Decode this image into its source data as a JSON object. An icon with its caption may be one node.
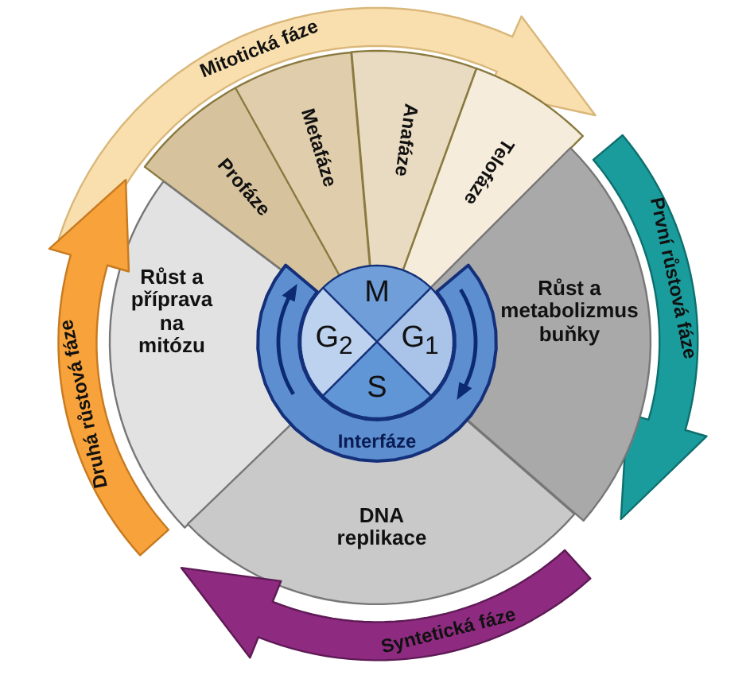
{
  "diagram": {
    "nodes": [
      {
        "text": [
          "Mitotická fáze"
        ]
      },
      {
        "text": [
          "Profáze"
        ]
      },
      {
        "text": [
          "Metafáze"
        ]
      },
      {
        "text": [
          "Anafáze"
        ]
      },
      {
        "text": [
          "Telofáze"
        ]
      },
      {
        "text": [
          "První růstová fáze"
        ]
      },
      {
        "text": [
          "Růst a metabolizmus buňky"
        ]
      },
      {
        "text": [
          "Růst a příprava na mitózu"
        ]
      },
      {
        "text": [
          "DNA replikace"
        ]
      },
      {
        "text": [
          "Syntetická fáze"
        ]
      },
      {
        "text": [
          "Druhá růstová fáze"
        ]
      },
      {
        "text": [
          "Interfáze"
        ]
      },
      {
        "text": [
          "M"
        ],
        "in": 11
      },
      {
        "text": [
          "G$_{2}$"
        ],
        "in": 11
      },
      {
        "text": [
          "G$_{1}$"
        ],
        "in": 11
      },
      {
        "text": [
          "S"
        ],
        "in": 11
      }
    ]
  }
}
